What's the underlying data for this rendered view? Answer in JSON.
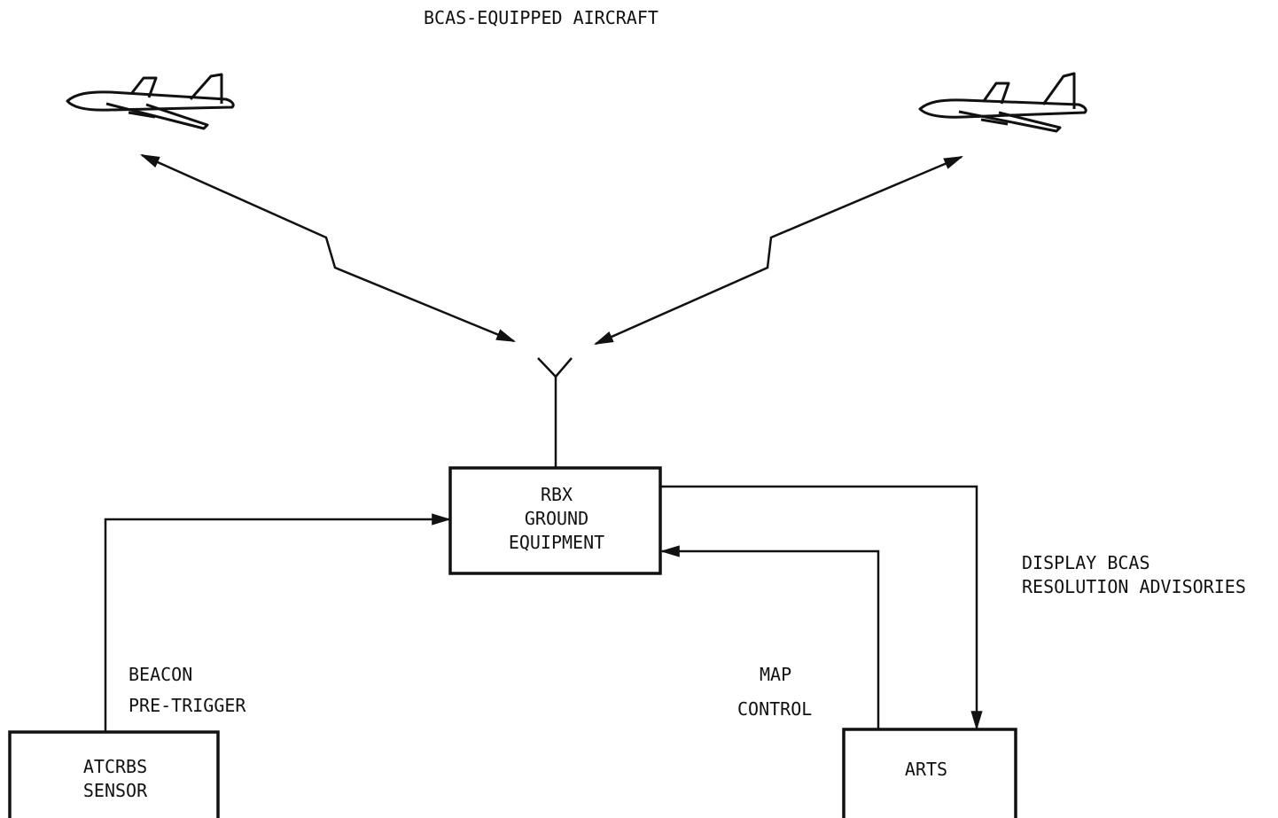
{
  "title": "BCAS-EQUIPPED AIRCRAFT",
  "boxes": {
    "rbx": [
      "RBX",
      "GROUND",
      "EQUIPMENT"
    ],
    "atcrbs": [
      "ATCRBS",
      "SENSOR"
    ],
    "arts": "ARTS"
  },
  "labels": {
    "beacon_line1": "BEACON",
    "beacon_line2": "PRE-TRIGGER",
    "map_line1": "MAP",
    "map_line2": "CONTROL",
    "display_line1": "DISPLAY BCAS",
    "display_line2": "RESOLUTION ADVISORIES"
  },
  "icons": {
    "aircraft_left": "aircraft-icon",
    "aircraft_right": "aircraft-icon",
    "antenna": "antenna-icon"
  }
}
